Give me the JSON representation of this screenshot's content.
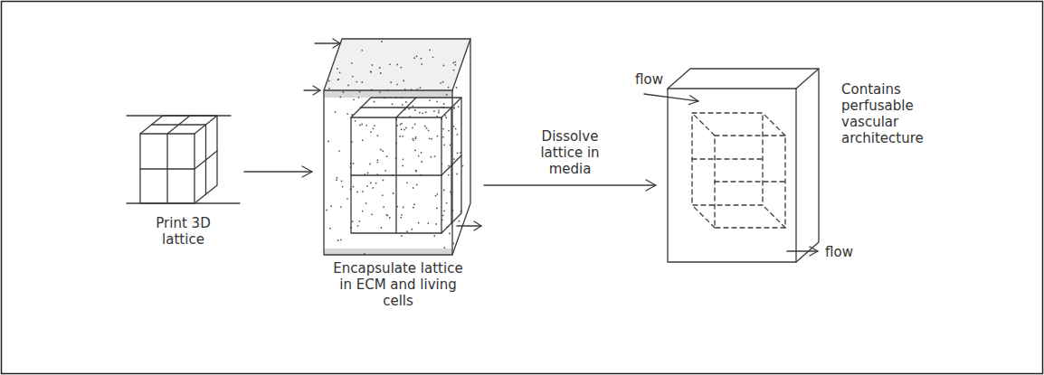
{
  "diagram": {
    "nodes": [
      {
        "text": [
          "Print 3D lattice"
        ]
      },
      {
        "text": [
          "Encapsulate lattice in ECM and living cells"
        ]
      },
      {
        "text": [
          "Contains perfusable vascular architecture"
        ]
      }
    ],
    "edges": [
      {
        "from": 0,
        "to": 1,
        "arrow": "to"
      },
      {
        "from": 1,
        "to": 2,
        "label": "Dissolve lattice in media",
        "arrow": "to"
      }
    ],
    "labels": [
      "flow",
      "flow"
    ]
  }
}
